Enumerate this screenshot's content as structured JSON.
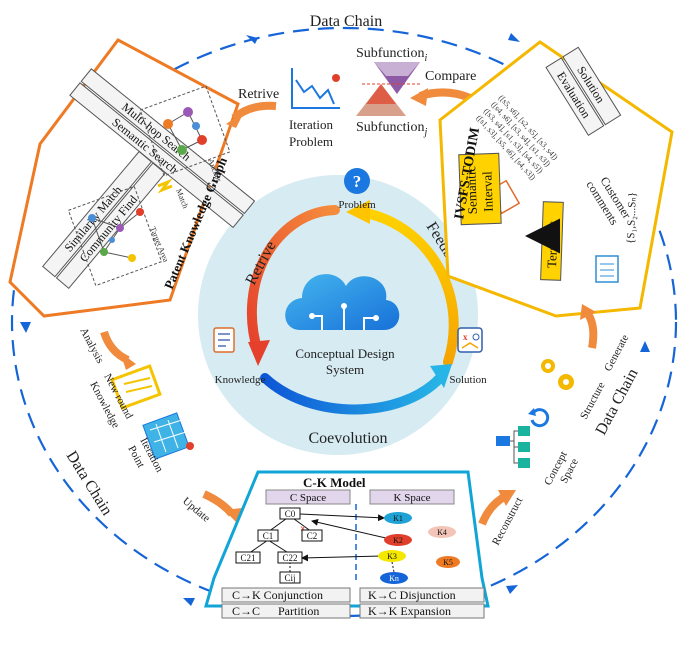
{
  "data_chain": {
    "top": "Data Chain",
    "left": "Data Chain",
    "right": "Data Chain"
  },
  "center": {
    "system_line1": "Conceptual Design",
    "system_line2": "System",
    "problem": "Problem",
    "knowledge": "Knowledge",
    "solution": "Solution",
    "retrive": "Retrive",
    "feedback": "Feedback",
    "coevolution": "Coevolution"
  },
  "patent_graph": {
    "title": "Patent Knowledge Graph",
    "multi_hop": "Multi-hop Search",
    "semantic_search": "Semantic Search",
    "similarity_match": "Similarity Match",
    "community_find": "Community Find",
    "anchor": "Anchor",
    "match": "Match",
    "target_area": "Target Area"
  },
  "top_flow": {
    "retrive": "Retrive",
    "iteration_problem_1": "Iteration",
    "iteration_problem_2": "Problem",
    "subfunction_i": "Subfunction",
    "subfunction_i_sub": "i",
    "subfunction_j": "Subfunction",
    "subfunction_j_sub": "j",
    "compare": "Compare"
  },
  "tod_panel": {
    "title": "IVSFS-TODIM",
    "solution": "Solution",
    "evaluation": "Evaluation",
    "customer_comments_1": "Customer",
    "customer_comments_2": "comments",
    "s_set": "{S₁,S₂...Sₙ}",
    "term_set": "Term Set",
    "semantic_interval_1": "Semantic",
    "semantic_interval_2": "Interval",
    "s_rows": [
      "([s1, s3], [s5, s6], [s4, s3])",
      "([s3, s4], [s1, s3], [s4, s5])",
      "([s4, s6], [s3, s4], [s1, s3])",
      "([s5, s6], [s2, s5], [s3, s4])"
    ]
  },
  "left_flow": {
    "analysis": "Analysis",
    "new_round_1": "New round",
    "new_round_2": "Knowledge",
    "iteration_point_1": "Iteration",
    "iteration_point_2": "Point",
    "update": "Update"
  },
  "right_flow": {
    "generate": "Generate",
    "structure": "Structure",
    "concept_space_1": "Concept",
    "concept_space_2": "Space",
    "reconstruct": "Reconstruct"
  },
  "ck_model": {
    "title": "C-K Model",
    "c_space": "C Space",
    "k_space": "K Space",
    "c_nodes": [
      "C0",
      "C1",
      "C2",
      "C21",
      "C22",
      "Cij"
    ],
    "k_nodes": [
      "K1",
      "K2",
      "K3",
      "K4",
      "K5",
      "Kn"
    ],
    "ops": [
      "C→K Conjunction",
      "K→C Disjunction",
      "C→C      Partition",
      "K→K Expansion"
    ]
  },
  "colors": {
    "orange": "#ee7a24",
    "blue": "#1565d8",
    "gold": "#f5b800",
    "cyan": "#11a5d7",
    "pale": "#d6ebf2"
  }
}
